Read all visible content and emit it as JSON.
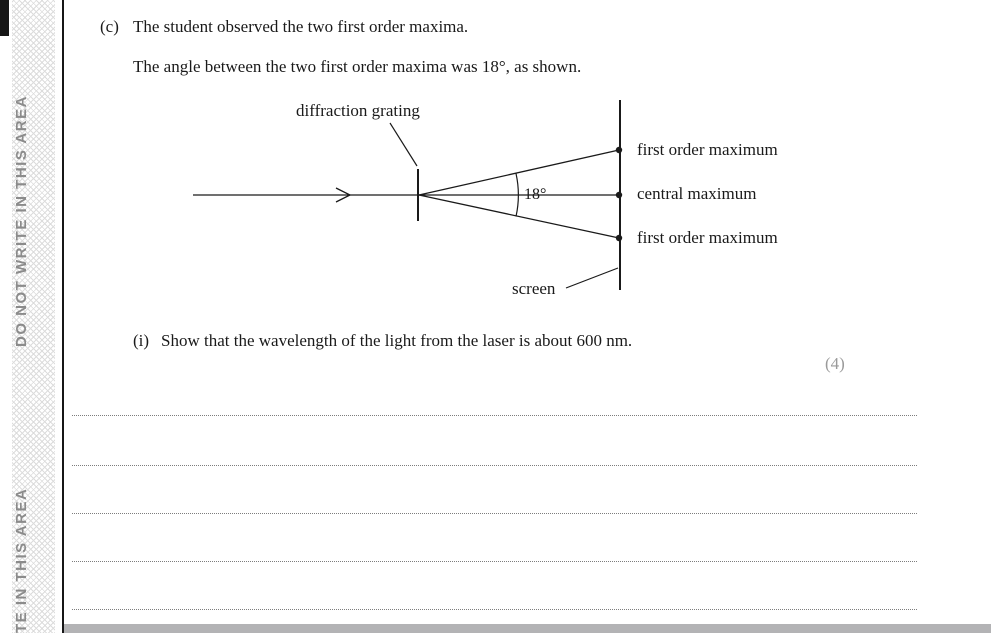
{
  "colors": {
    "ink": "#1a1a1a",
    "marks_gray": "#9a9a9a",
    "margin_text": "#8b8b8b",
    "footer_bar": "#b3b3b5",
    "hatch": "#dcdcdc"
  },
  "margin": {
    "top_label": "DO NOT WRITE IN THIS AREA",
    "bottom_label": "TE IN THIS AREA"
  },
  "question": {
    "part_label": "(c)",
    "intro_line1": "The student observed the two first order maxima.",
    "intro_line2": "The angle between the two first order maxima was 18°, as shown.",
    "subpart_label": "(i)",
    "subpart_text": "Show that the wavelength of the light from the laser is about 600 nm.",
    "marks": "(4)"
  },
  "diagram": {
    "grating_label": "diffraction grating",
    "angle_label": "18°",
    "screen_label": "screen",
    "screen_point_labels": [
      "first order maximum",
      "central maximum",
      "first order maximum"
    ]
  }
}
